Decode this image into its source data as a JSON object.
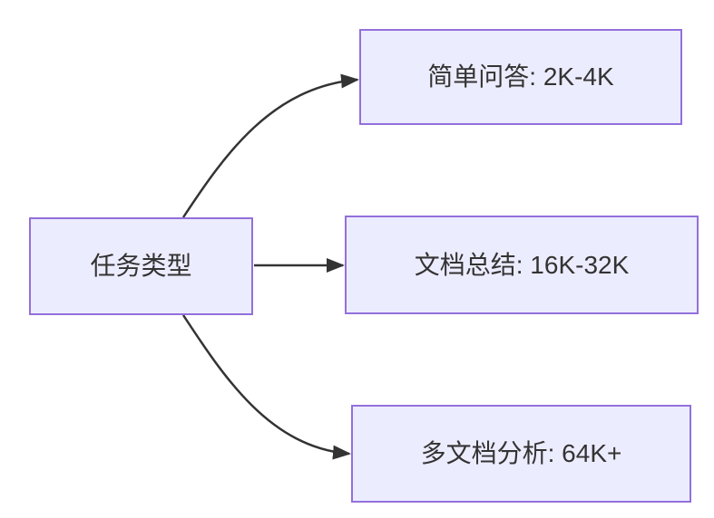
{
  "diagram": {
    "type": "flowchart",
    "direction": "left-to-right",
    "root": {
      "id": "task-type",
      "label": "任务类型"
    },
    "branches": [
      {
        "id": "simple-qa",
        "label": "简单问答: 2K-4K"
      },
      {
        "id": "doc-summary",
        "label": "文档总结: 16K-32K"
      },
      {
        "id": "multi-doc",
        "label": "多文档分析: 64K+"
      }
    ],
    "edges": [
      {
        "from": "task-type",
        "to": "simple-qa"
      },
      {
        "from": "task-type",
        "to": "doc-summary"
      },
      {
        "from": "task-type",
        "to": "multi-doc"
      }
    ],
    "colors": {
      "node_fill": "#ECECFF",
      "node_border": "#9370DB",
      "edge_stroke": "#333333",
      "text": "#333333",
      "background": "#FFFFFF"
    }
  }
}
